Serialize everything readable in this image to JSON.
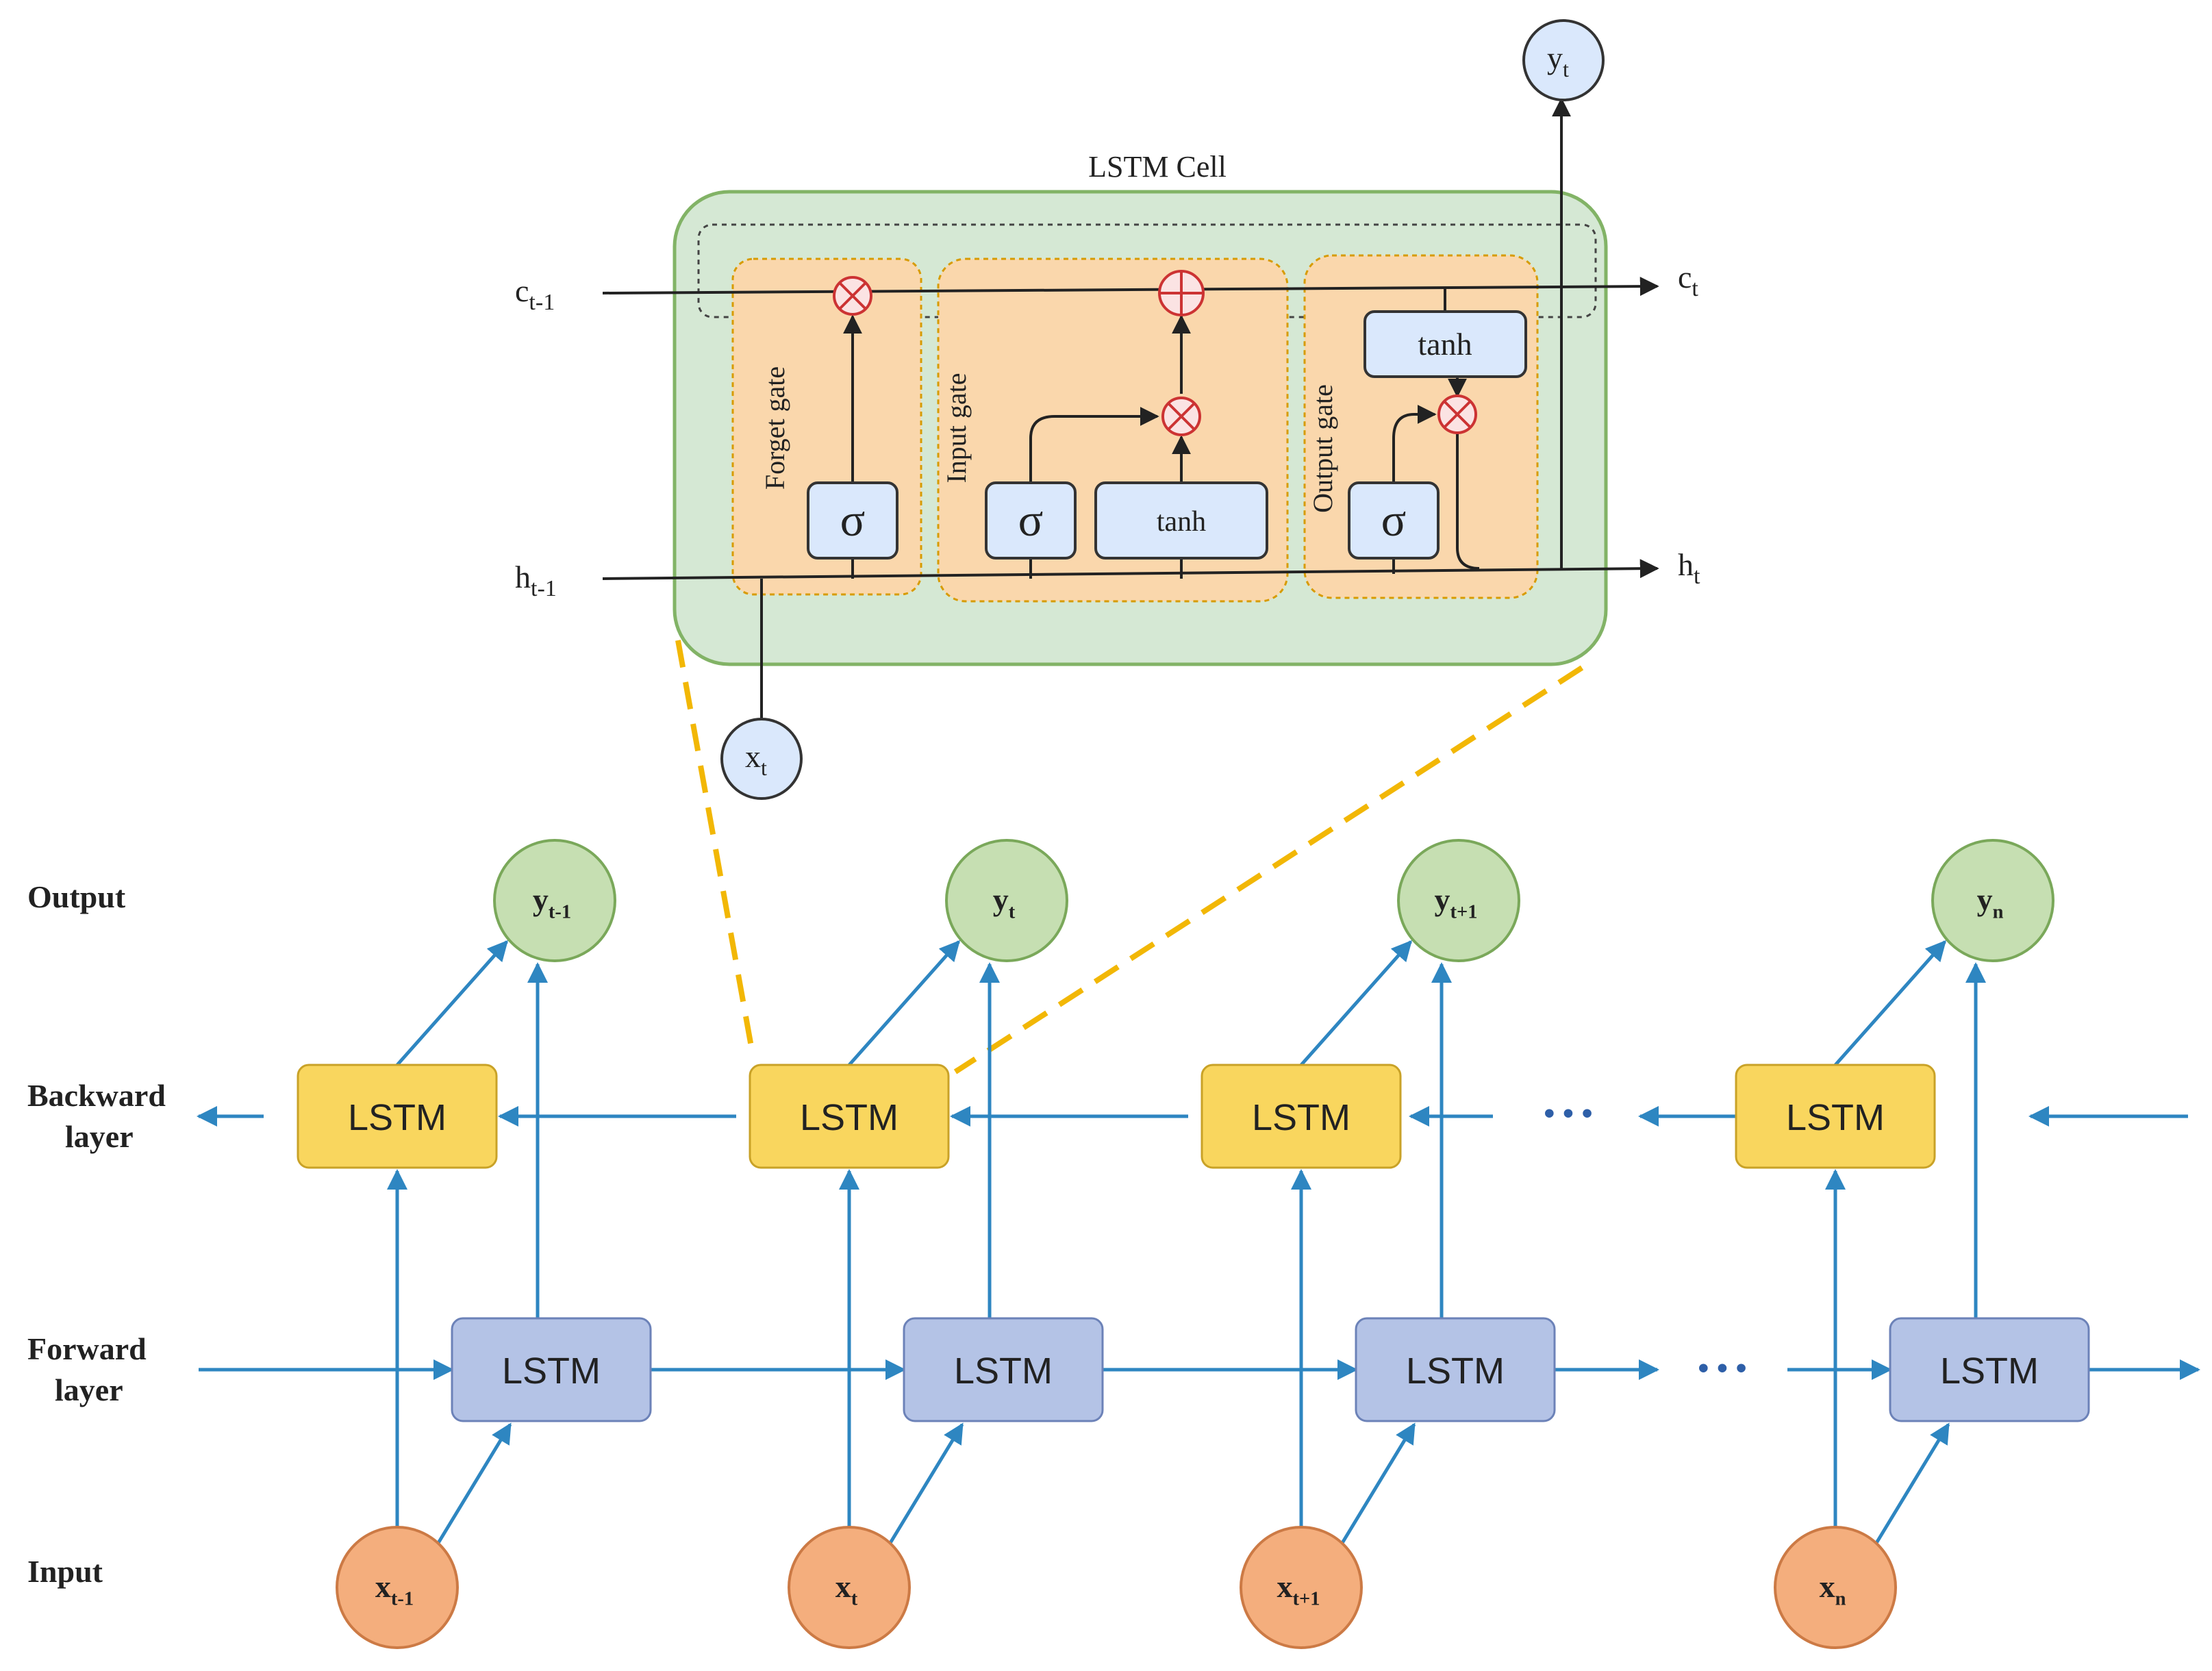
{
  "cell": {
    "title": "LSTM Cell",
    "c_prev": {
      "base": "c",
      "sub": "t-1"
    },
    "c_next": {
      "base": "c",
      "sub": "t"
    },
    "h_prev": {
      "base": "h",
      "sub": "t-1"
    },
    "h_next": {
      "base": "h",
      "sub": "t"
    },
    "x_in": {
      "base": "x",
      "sub": "t"
    },
    "y_out": {
      "base": "y",
      "sub": "t"
    },
    "gates": {
      "forget": "Forget gate",
      "input": "Input gate",
      "output": "Output gate"
    },
    "sigma": "σ",
    "tanh": "tanh",
    "multiply_symbol": "⊗",
    "add_symbol": "⊕"
  },
  "network": {
    "row_labels": {
      "output": "Output",
      "backward_1": "Backward",
      "backward_2": "layer",
      "forward_1": "Forward",
      "forward_2": "layer",
      "input": "Input"
    },
    "lstm_label": "LSTM",
    "ellipsis": "• • •",
    "steps": [
      {
        "x": {
          "base": "x",
          "sub": "t-1"
        },
        "y": {
          "base": "y",
          "sub": "t-1"
        }
      },
      {
        "x": {
          "base": "x",
          "sub": "t"
        },
        "y": {
          "base": "y",
          "sub": "t"
        }
      },
      {
        "x": {
          "base": "x",
          "sub": "t+1"
        },
        "y": {
          "base": "y",
          "sub": "t+1"
        }
      },
      {
        "x": {
          "base": "x",
          "sub": "n"
        },
        "y": {
          "base": "y",
          "sub": "n"
        }
      }
    ]
  },
  "colors": {
    "cell_bg": "#d5e8d4",
    "cell_border": "#82b366",
    "gate_bg": "#fad7ac",
    "gate_border": "#d79b00",
    "op_bg": "#dae8fc",
    "op_border": "#333333",
    "plus_minus": "#cc3333",
    "backward": "#f9d65e",
    "backward_border": "#c9a227",
    "forward": "#b4c3e6",
    "forward_border": "#6c82b8",
    "output_node": "#c6dfb2",
    "output_border": "#7aa85a",
    "input_node": "#f4ae7d",
    "input_border": "#cc7a45",
    "arrow_blue": "#2e86c1",
    "dash": "#f2b705"
  }
}
